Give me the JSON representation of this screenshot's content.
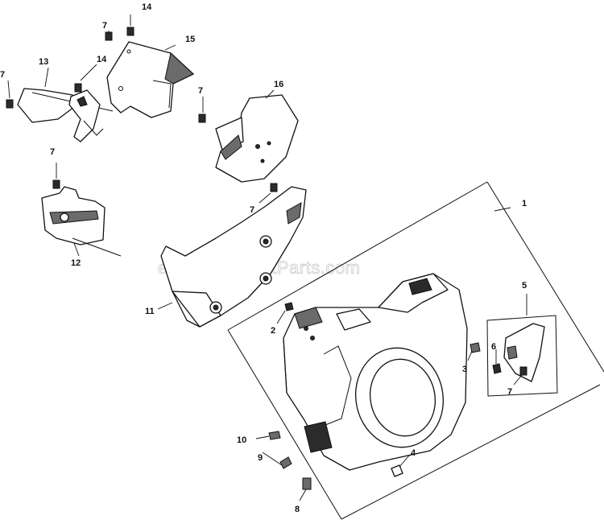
{
  "watermark": "eReplacementParts.com",
  "callouts": {
    "c1": "1",
    "c2": "2",
    "c3": "3",
    "c4": "4",
    "c5": "5",
    "c6": "6",
    "c7": "7",
    "c8": "8",
    "c9": "9",
    "c10": "10",
    "c11": "11",
    "c12": "12",
    "c13": "13",
    "c14": "14",
    "c15": "15",
    "c16": "16"
  }
}
